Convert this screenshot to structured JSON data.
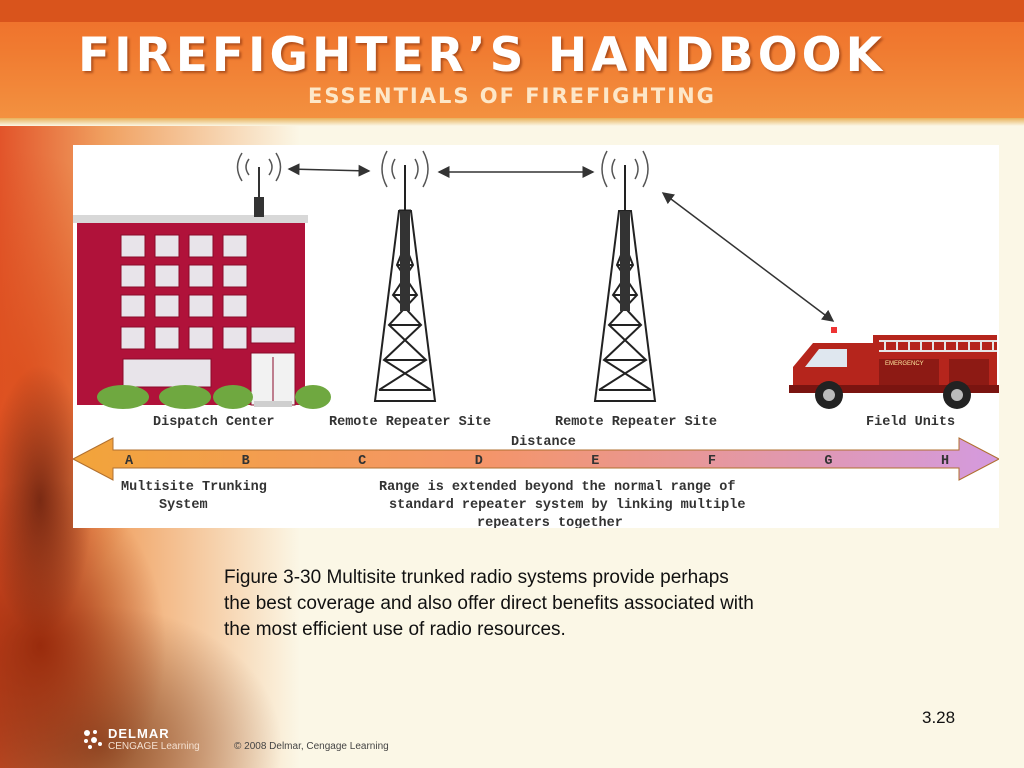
{
  "header": {
    "title": "FIREFIGHTER’S HANDBOOK",
    "subtitle": "ESSENTIALS OF FIREFIGHTING"
  },
  "diagram": {
    "site_labels": {
      "dispatch": "Dispatch Center",
      "repeater1": "Remote Repeater Site",
      "repeater2": "Remote Repeater Site",
      "field": "Field Units"
    },
    "distance_label": "Distance",
    "arrow_letters": [
      "A",
      "B",
      "C",
      "D",
      "E",
      "F",
      "G",
      "H"
    ],
    "left_note": [
      "Multisite Trunking",
      "System"
    ],
    "right_note": [
      "Range is extended beyond the normal range of",
      "standard repeater system by linking multiple",
      "repeaters together"
    ],
    "truck_text": "EMERGENCY",
    "colors": {
      "building": "#b0123a",
      "truck": "#b5251c",
      "arrow_left": "#f2a43a",
      "arrow_right": "#d49adf"
    }
  },
  "caption": {
    "lines": [
      "Figure 3-30  Multisite trunked radio systems provide perhaps",
      "the best coverage and also offer direct benefits associated with",
      "the most efficient use of radio resources."
    ]
  },
  "page_number": "3.28",
  "footer": {
    "logo_top": "DELMAR",
    "logo_bottom": "CENGAGE Learning",
    "copyright": "© 2008  Delmar, Cengage Learning"
  }
}
